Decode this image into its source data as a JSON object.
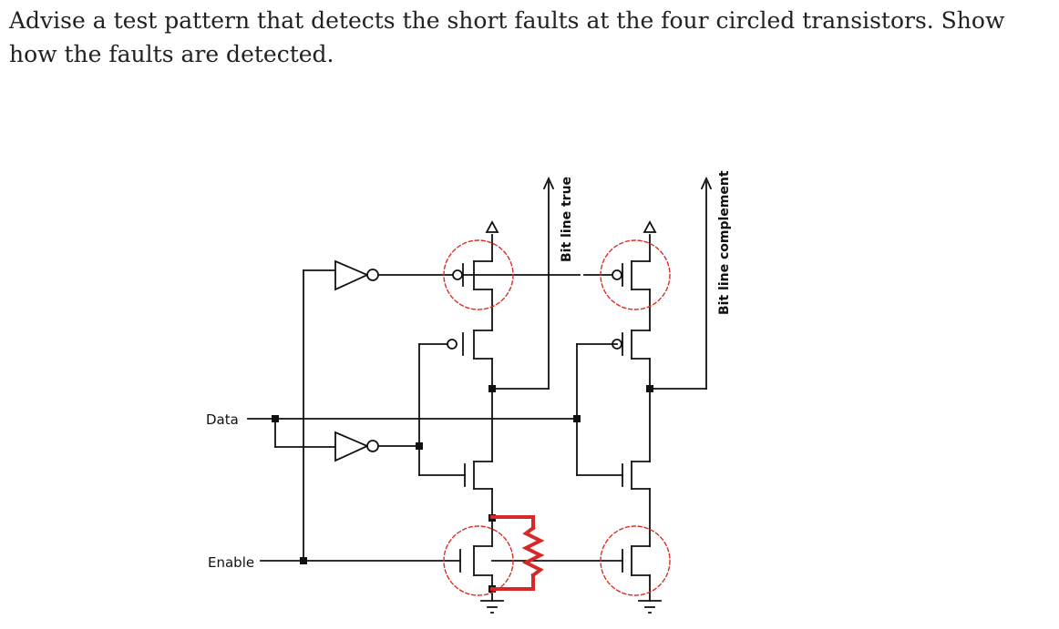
{
  "question": {
    "text": "Advise a test pattern that detects the short faults at the four circled transistors. Show how the faults are detected."
  },
  "labels": {
    "data": "Data",
    "enable": "Enable",
    "bit_line_true": "Bit line true",
    "bit_line_complement": "Bit line complement"
  },
  "colors": {
    "wire": "#111111",
    "fault_circle": "#d93025",
    "fault_resistor": "#d62828"
  }
}
